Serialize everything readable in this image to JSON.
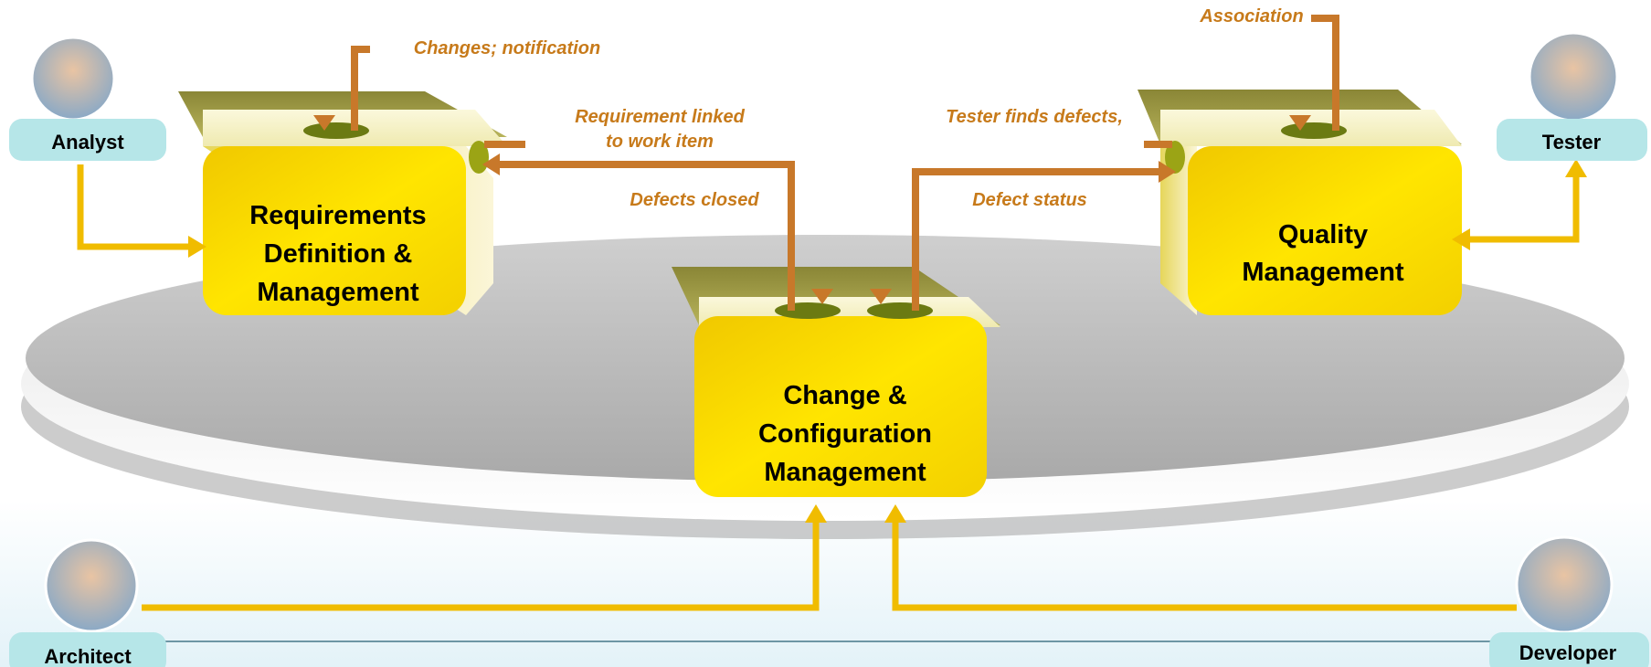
{
  "roles": {
    "analyst": "Analyst",
    "tester": "Tester",
    "architect": "Architect",
    "developer": "Developer"
  },
  "boxes": {
    "requirements": [
      "Requirements",
      "Definition &",
      "Management"
    ],
    "quality": [
      "Quality",
      "Management"
    ],
    "change": [
      "Change &",
      "Configuration",
      "Management"
    ]
  },
  "flows": {
    "association": "Association",
    "changes_notification": "Changes; notification",
    "requirement_linked_1": "Requirement linked",
    "requirement_linked_2": "to work item",
    "defects_closed": "Defects closed",
    "tester_finds_defects": "Tester finds defects,",
    "defect_status": "Defect status"
  },
  "colors": {
    "box_yellow": "#f5d200",
    "arrow_brown": "#c8782a",
    "arrow_yellow": "#f5c400",
    "label_orange": "#c77a1a",
    "role_badge": "#b6e6e8",
    "platform_gray": "#bdbdbd"
  }
}
